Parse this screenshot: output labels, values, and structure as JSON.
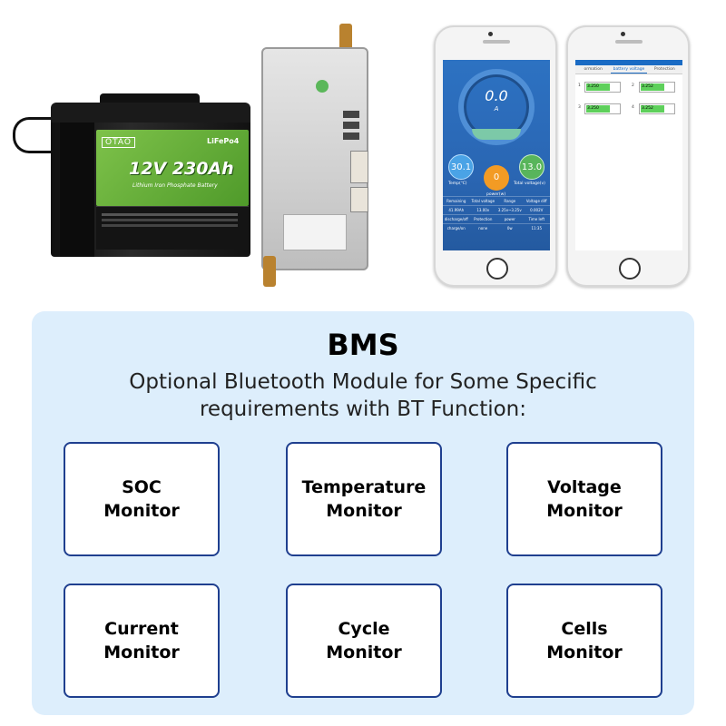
{
  "products": {
    "battery": {
      "brand": "OTAO",
      "chemistry": "LiFePo4",
      "rating": "12V 230Ah",
      "subtitle": "Lithium Iron Phosphate Battery"
    },
    "bms_board": {
      "description": "BMS circuit board"
    },
    "phone_app_main": {
      "gauge_value": "0.0",
      "gauge_unit": "A",
      "temp_value": "30.1",
      "temp_label": "Temp(℃)",
      "power_value": "0",
      "power_label": "power(w)",
      "voltage_value": "13.0",
      "voltage_label": "Total voltage(v)",
      "stats": [
        "Remaining",
        "Total voltage",
        "Range",
        "Voltage diff",
        "41.99Ah",
        "13.00v",
        "3.25v~3.25v",
        "0.002V",
        "discharge/off",
        "Protection",
        "power",
        "Time left",
        "charge/on",
        "none",
        "0w",
        "11:35"
      ]
    },
    "phone_app_cells": {
      "tabs": [
        "ormation",
        "battery voltage",
        "Protection"
      ],
      "cells": [
        {
          "n": "1",
          "v": "3.250"
        },
        {
          "n": "2",
          "v": "3.252"
        },
        {
          "n": "3",
          "v": "3.250"
        },
        {
          "n": "4",
          "v": "3.252"
        }
      ]
    }
  },
  "panel": {
    "title": "BMS",
    "subtitle": "Optional Bluetooth Module for Some Specific requirements with BT Function:",
    "features": [
      "SOC\nMonitor",
      "Temperature\nMonitor",
      "Voltage\nMonitor",
      "Current\nMonitor",
      "Cycle\nMonitor",
      "Cells\nMonitor"
    ]
  }
}
